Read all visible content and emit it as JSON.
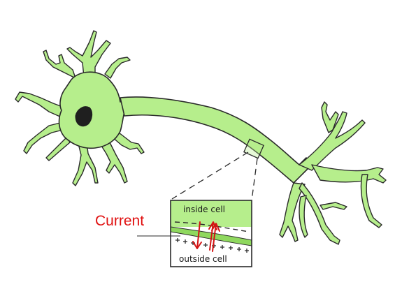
{
  "labels": {
    "current": "Current",
    "inside_cell": "inside cell",
    "outside_cell": "outside cell"
  },
  "colors": {
    "neuron_fill": "#b6ee8c",
    "outline": "#2a2a2a",
    "nucleus": "#1f1f1f",
    "membrane_band": "#8fd85e",
    "current_label": "#e01010",
    "current_arrows": "#d41414"
  }
}
